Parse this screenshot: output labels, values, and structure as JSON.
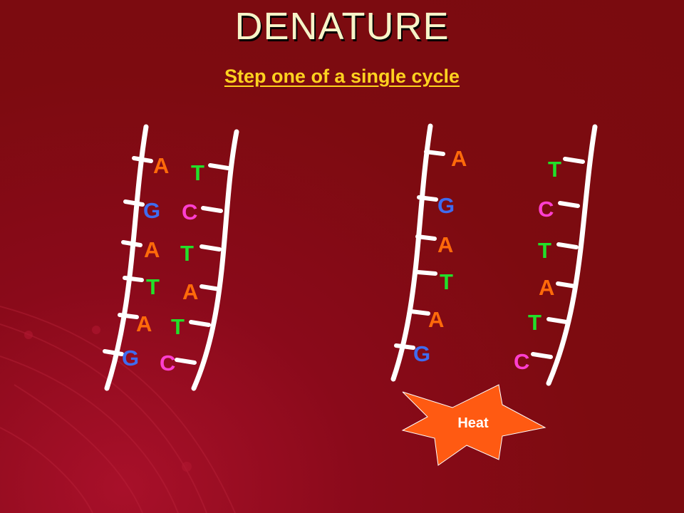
{
  "title": "DENATURE",
  "subtitle": "Step one of a single cycle",
  "colors": {
    "A": "#ff6a0a",
    "T": "#22e02a",
    "G": "#3f6cf0",
    "C": "#ff3fd0",
    "heat": "#ff5a12"
  },
  "double_helix": {
    "left_bases": [
      "A",
      "G",
      "A",
      "T",
      "A",
      "G"
    ],
    "right_bases": [
      "T",
      "C",
      "T",
      "A",
      "T",
      "C"
    ]
  },
  "separated": {
    "left_strand_bases": [
      "A",
      "G",
      "A",
      "T",
      "A",
      "G"
    ],
    "right_strand_bases": [
      "T",
      "C",
      "T",
      "A",
      "T",
      "C"
    ]
  },
  "heat_label": "Heat"
}
